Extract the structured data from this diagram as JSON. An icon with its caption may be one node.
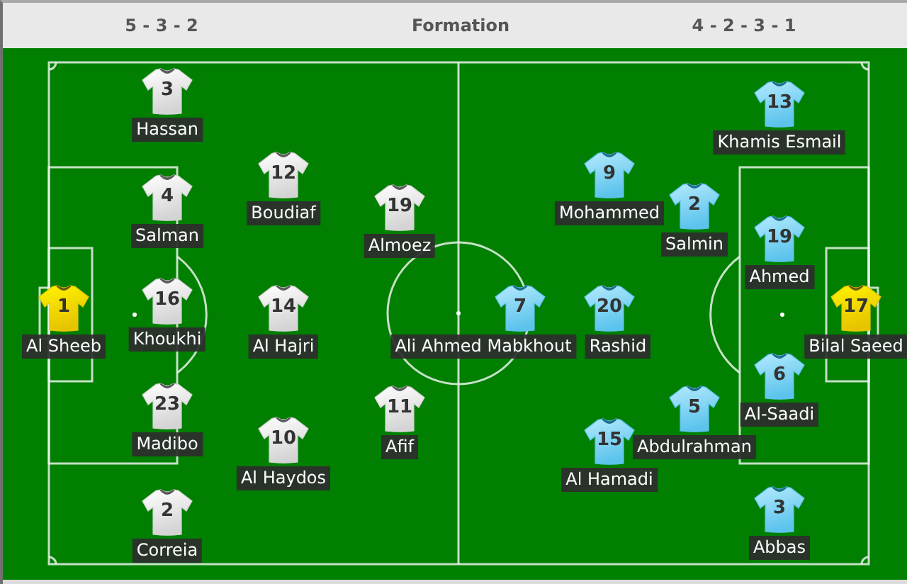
{
  "diagram": {
    "title": "Formation",
    "nodes": [
      {
        "text": [
          "1"
        ],
        "beside": [
          "Al Sheeb"
        ]
      },
      {
        "text": [
          "3"
        ],
        "beside": [
          "Hassan"
        ]
      },
      {
        "text": [
          "4"
        ],
        "beside": [
          "Salman"
        ]
      },
      {
        "text": [
          "16"
        ],
        "beside": [
          "Khoukhi"
        ]
      },
      {
        "text": [
          "23"
        ],
        "beside": [
          "Madibo"
        ]
      },
      {
        "text": [
          "2"
        ],
        "beside": [
          "Correia"
        ]
      },
      {
        "text": [
          "12"
        ],
        "beside": [
          "Boudiaf"
        ]
      },
      {
        "text": [
          "14"
        ],
        "beside": [
          "Al Hajri"
        ]
      },
      {
        "text": [
          "10"
        ],
        "beside": [
          "Al Haydos"
        ]
      },
      {
        "text": [
          "19"
        ],
        "beside": [
          "Almoez"
        ]
      },
      {
        "text": [
          "11"
        ],
        "beside": [
          "Afif"
        ]
      },
      {
        "text": [
          "7"
        ],
        "beside": [
          "Ali Ahmed Mabkhout"
        ]
      },
      {
        "text": [
          "9"
        ],
        "beside": [
          "Mohammed"
        ]
      },
      {
        "text": [
          "20"
        ],
        "beside": [
          "Rashid"
        ]
      },
      {
        "text": [
          "15"
        ],
        "beside": [
          "Al Hamadi"
        ]
      },
      {
        "text": [
          "2"
        ],
        "beside": [
          "Salmin"
        ]
      },
      {
        "text": [
          "5"
        ],
        "beside": [
          "Abdulrahman"
        ]
      },
      {
        "text": [
          "13"
        ],
        "beside": [
          "Khamis Esmail"
        ]
      },
      {
        "text": [
          "19"
        ],
        "beside": [
          "Ahmed"
        ]
      },
      {
        "text": [
          "6"
        ],
        "beside": [
          "Al-Saadi"
        ]
      },
      {
        "text": [
          "3"
        ],
        "beside": [
          "Abbas"
        ]
      },
      {
        "text": [
          "17"
        ],
        "beside": [
          "Bilal Saeed"
        ]
      }
    ],
    "labels": [
      "5 - 3 - 2",
      "4 - 2 - 3 - 1"
    ]
  }
}
